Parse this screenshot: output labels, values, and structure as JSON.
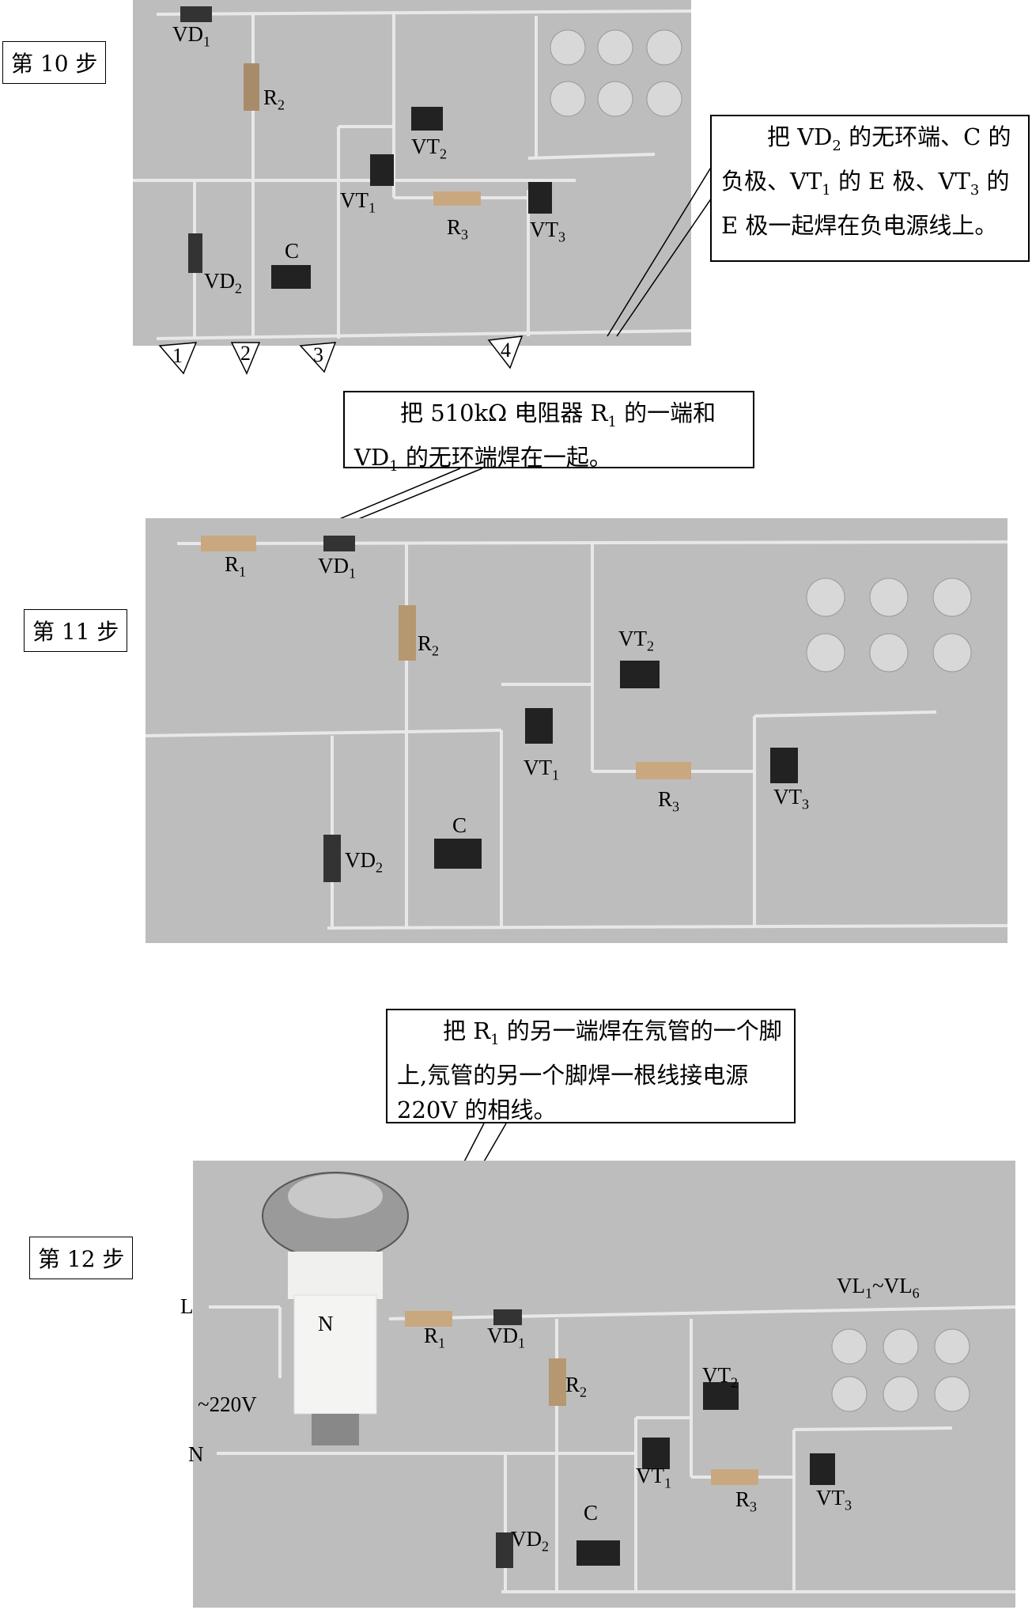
{
  "steps": [
    {
      "label": "第 10 步",
      "note_parts": [
        "把 VD",
        "2",
        " 的无环端、C 的负极、VT",
        "1",
        " 的 E 极、VT",
        "3",
        " 的 E 极一起焊在负电源线上。"
      ],
      "components": {
        "vd1": "VD",
        "vd1_sub": "1",
        "r2": "R",
        "r2_sub": "2",
        "vt2": "VT",
        "vt2_sub": "2",
        "vt1": "VT",
        "vt1_sub": "1",
        "r3": "R",
        "r3_sub": "3",
        "vt3": "VT",
        "vt3_sub": "3",
        "c": "C",
        "vd2": "VD",
        "vd2_sub": "2"
      },
      "markers": [
        "1",
        "2",
        "3",
        "4"
      ]
    },
    {
      "label": "第 11 步",
      "note_parts": [
        "把 510kΩ 电阻器 R",
        "1",
        " 的一端和 VD",
        "1",
        " 的无环端焊在一起。"
      ],
      "components": {
        "r1": "R",
        "r1_sub": "1",
        "vd1": "VD",
        "vd1_sub": "1",
        "r2": "R",
        "r2_sub": "2",
        "vt2": "VT",
        "vt2_sub": "2",
        "vt1": "VT",
        "vt1_sub": "1",
        "r3": "R",
        "r3_sub": "3",
        "vt3": "VT",
        "vt3_sub": "3",
        "c": "C",
        "vd2": "VD",
        "vd2_sub": "2"
      }
    },
    {
      "label": "第 12 步",
      "note_parts": [
        "把 R",
        "1",
        " 的另一端焊在氖管的一个脚上,氖管的另一个脚焊一根线接电源 220V 的相线。"
      ],
      "components": {
        "l": "L",
        "n_wire": "N",
        "neon": "N",
        "voltage": "~220V",
        "r1": "R",
        "r1_sub": "1",
        "vd1": "VD",
        "vd1_sub": "1",
        "leds": "VL",
        "leds_sub1": "1",
        "leds_mid": "~VL",
        "leds_sub2": "6",
        "r2": "R",
        "r2_sub": "2",
        "vt2": "VT",
        "vt2_sub": "2",
        "vt1": "VT",
        "vt1_sub": "1",
        "r3": "R",
        "r3_sub": "3",
        "vt3": "VT",
        "vt3_sub": "3",
        "c": "C",
        "vd2": "VD",
        "vd2_sub": "2"
      }
    }
  ]
}
